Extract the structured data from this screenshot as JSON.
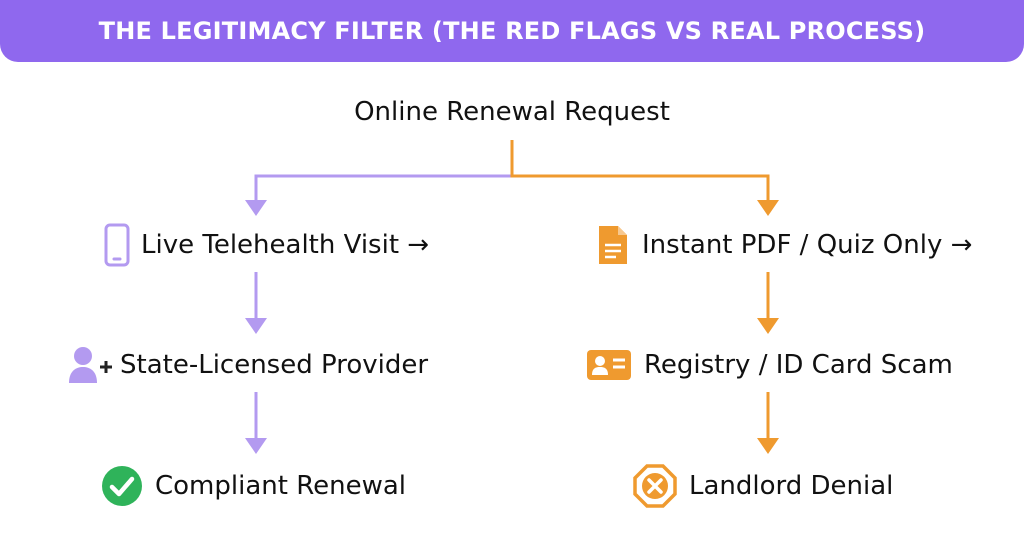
{
  "title": "THE LEGITIMACY FILTER (THE RED FLAGS VS REAL PROCESS)",
  "root": "Online Renewal Request",
  "left": {
    "color": "#b39af0",
    "steps": [
      {
        "label": "Live Telehealth Visit →",
        "icon": "phone-icon"
      },
      {
        "label": "State-Licensed Provider",
        "icon": "add-user-icon"
      },
      {
        "label": "Compliant Renewal",
        "icon": "check-circle-icon"
      }
    ]
  },
  "right": {
    "color": "#ef9a2f",
    "steps": [
      {
        "label": "Instant PDF / Quiz Only →",
        "icon": "document-icon"
      },
      {
        "label": "Registry / ID Card Scam",
        "icon": "id-card-icon"
      },
      {
        "label": "Landlord Denial",
        "icon": "x-octagon-icon"
      }
    ]
  },
  "colors": {
    "banner": "#8f68ee",
    "check": "#2fb35a"
  }
}
